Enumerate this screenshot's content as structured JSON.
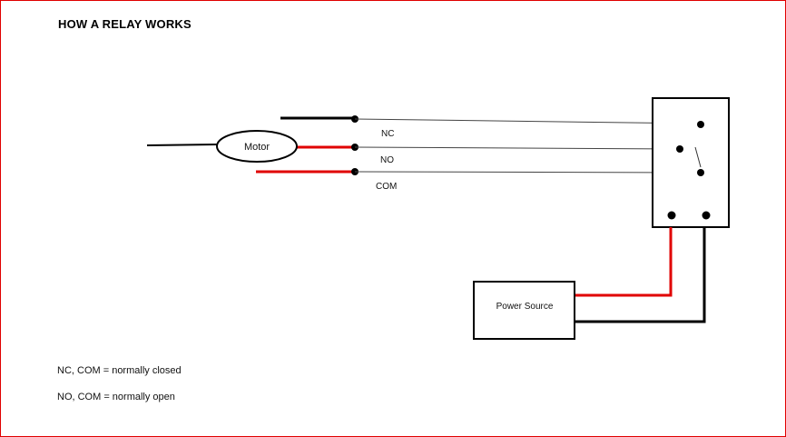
{
  "title": "HOW A RELAY WORKS",
  "labels": {
    "motor": "Motor",
    "nc": "NC",
    "no": "NO",
    "com": "COM",
    "power_source": "Power Source"
  },
  "notes": {
    "nc_com": "NC, COM = normally closed",
    "no_com": "NO, COM = normally open"
  },
  "colors": {
    "border": "#e00000",
    "live_wire": "#e00000",
    "neutral_wire": "#000000"
  }
}
